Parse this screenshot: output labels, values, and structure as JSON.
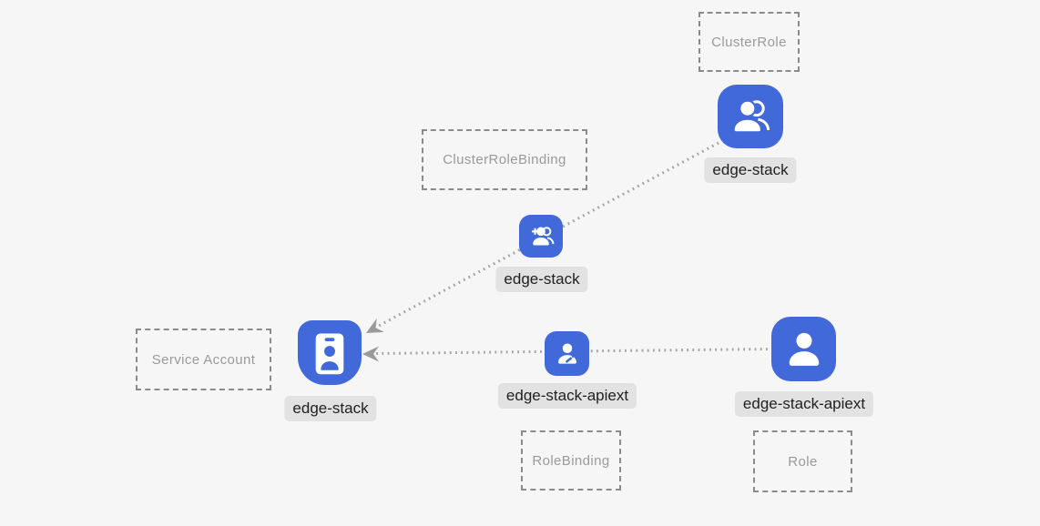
{
  "diagram": {
    "background": "#f5f6f5",
    "accent_blue": "#4169d9",
    "line_color": "#a3a3a3",
    "arrow_color": "#9a9a9a",
    "label_pill_bg": "#e2e2e2",
    "label_pill_text": "#212121",
    "kind_box_border": "#8b8b8b",
    "kind_box_text": "#9a9a9a",
    "kind_boxes": [
      {
        "kind": "ClusterRole"
      },
      {
        "kind": "ClusterRoleBinding"
      },
      {
        "kind": "Service Account"
      },
      {
        "kind": "RoleBinding"
      },
      {
        "kind": "Role"
      }
    ],
    "nodes": [
      {
        "name": "edge-stack",
        "kind": "ClusterRole",
        "icon": "users-icon"
      },
      {
        "name": "edge-stack",
        "kind": "ClusterRoleBinding",
        "icon": "user-plus-icon"
      },
      {
        "name": "edge-stack",
        "kind": "Service Account",
        "icon": "id-badge-icon"
      },
      {
        "name": "edge-stack-apiext",
        "kind": "RoleBinding",
        "icon": "user-edit-icon"
      },
      {
        "name": "edge-stack-apiext",
        "kind": "Role",
        "icon": "user-icon"
      }
    ],
    "edges": [
      {
        "from": "edge-stack (ClusterRole)",
        "to": "edge-stack (Service Account)",
        "style": "dotted-arrow"
      },
      {
        "from": "edge-stack-apiext (Role)",
        "to": "edge-stack (Service Account)",
        "style": "dotted-arrow"
      }
    ]
  }
}
